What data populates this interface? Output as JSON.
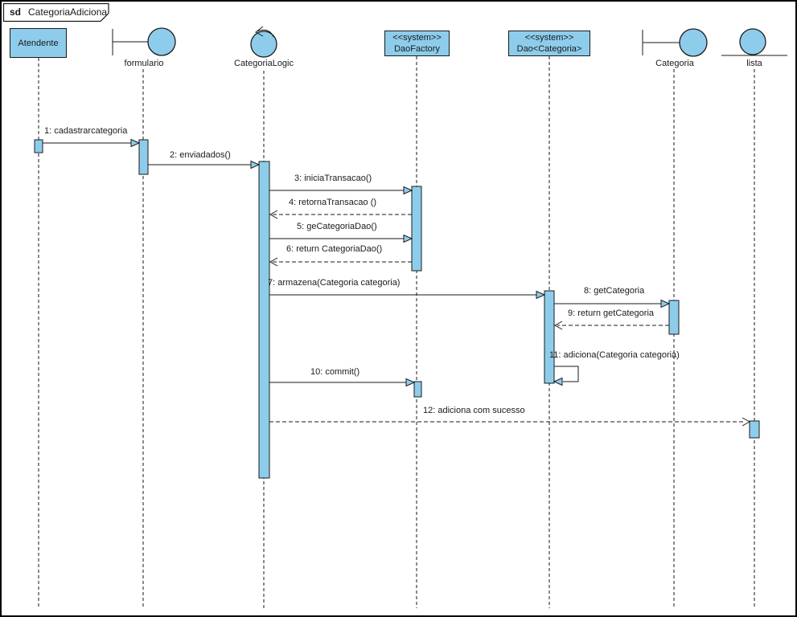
{
  "frame": {
    "keyword": "sd",
    "title": "CategoriaAdiciona"
  },
  "colors": {
    "element_fill": "#8DCDEB",
    "stroke": "#1a1a1a",
    "text": "#1a1a1a"
  },
  "lifelines": [
    {
      "label": "Atendente",
      "kind": "object-box"
    },
    {
      "label": "formulario",
      "kind": "boundary"
    },
    {
      "label": "CategoriaLogic",
      "kind": "control"
    },
    {
      "label": "DaoFactory",
      "stereotype": "<<system>>",
      "kind": "system-box"
    },
    {
      "label": "Dao<Categoria>",
      "stereotype": "<<system>>",
      "kind": "system-box"
    },
    {
      "label": "Categoria",
      "kind": "boundary"
    },
    {
      "label": "lista",
      "kind": "entity"
    }
  ],
  "messages": [
    {
      "label": "1: cadastrarcategoria",
      "from": "Atendente",
      "to": "formulario",
      "style": "sync"
    },
    {
      "label": "2: enviadados()",
      "from": "formulario",
      "to": "CategoriaLogic",
      "style": "sync"
    },
    {
      "label": "3: iniciaTransacao()",
      "from": "CategoriaLogic",
      "to": "DaoFactory",
      "style": "sync"
    },
    {
      "label": "4: retornaTransacao ()",
      "from": "DaoFactory",
      "to": "CategoriaLogic",
      "style": "return"
    },
    {
      "label": "5: geCategoriaDao()",
      "from": "CategoriaLogic",
      "to": "DaoFactory",
      "style": "sync"
    },
    {
      "label": "6: return CategoriaDao()",
      "from": "DaoFactory",
      "to": "CategoriaLogic",
      "style": "return"
    },
    {
      "label": "7: armazena(Categoria categoria)",
      "from": "CategoriaLogic",
      "to": "Dao<Categoria>",
      "style": "sync"
    },
    {
      "label": "8: getCategoria",
      "from": "Dao<Categoria>",
      "to": "Categoria",
      "style": "sync"
    },
    {
      "label": "9: return getCategoria",
      "from": "Categoria",
      "to": "Dao<Categoria>",
      "style": "return"
    },
    {
      "label": "10: commit()",
      "from": "CategoriaLogic",
      "to": "DaoFactory",
      "style": "sync"
    },
    {
      "label": "11: adiciona(Categoria categoria)",
      "from": "Dao<Categoria>",
      "to": "Dao<Categoria>",
      "style": "self"
    },
    {
      "label": "12: adiciona com sucesso",
      "from": "CategoriaLogic",
      "to": "lista",
      "style": "return"
    }
  ]
}
